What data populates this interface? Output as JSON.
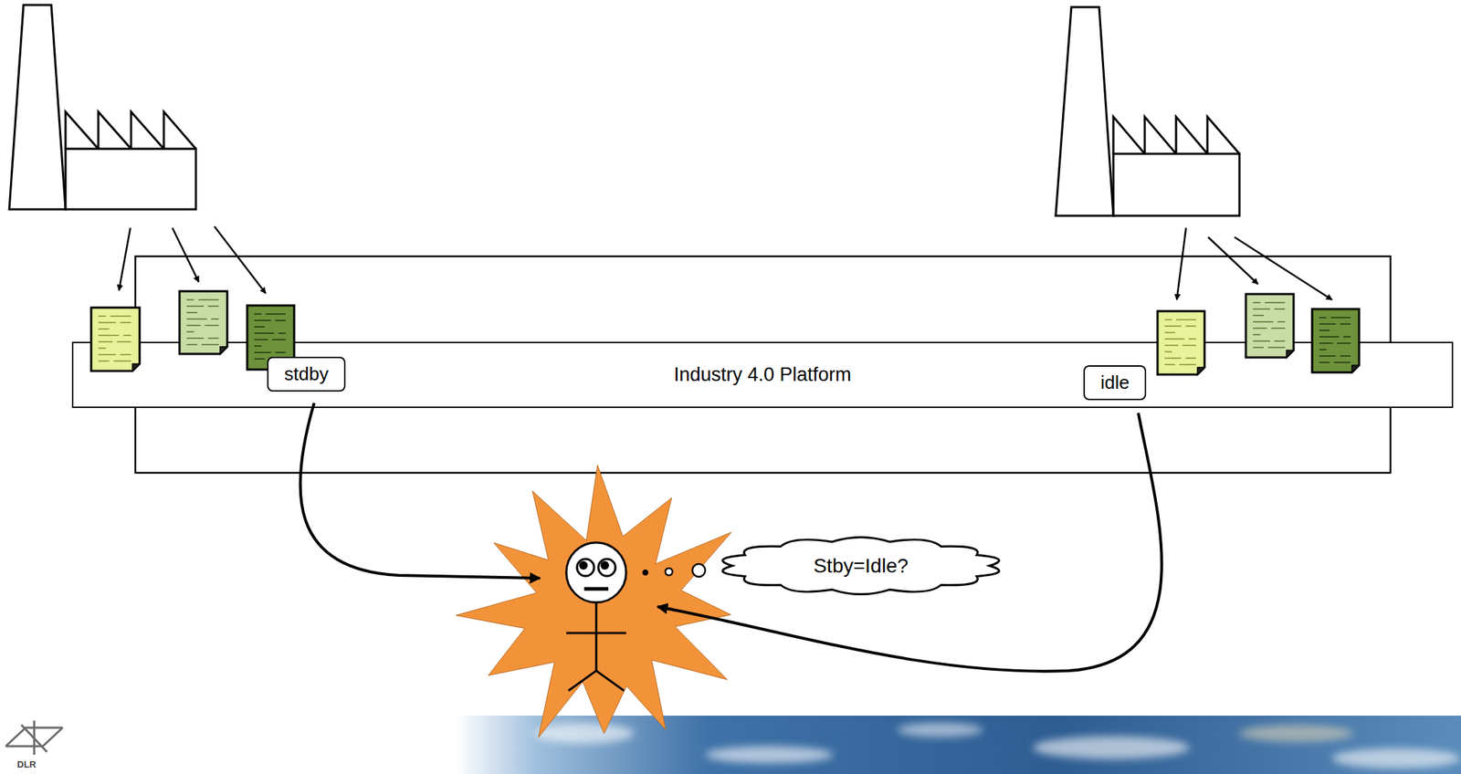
{
  "diagram": {
    "nodes": [
      {
        "text": [
          "Industry 4.0 Platform"
        ]
      },
      {
        "text": [
          "stdby"
        ],
        "in": 0
      },
      {
        "text": [
          "idle"
        ],
        "in": 0
      },
      {
        "text": [
          "Stby=Idle?"
        ]
      }
    ],
    "labels": [
      "DLR"
    ]
  }
}
